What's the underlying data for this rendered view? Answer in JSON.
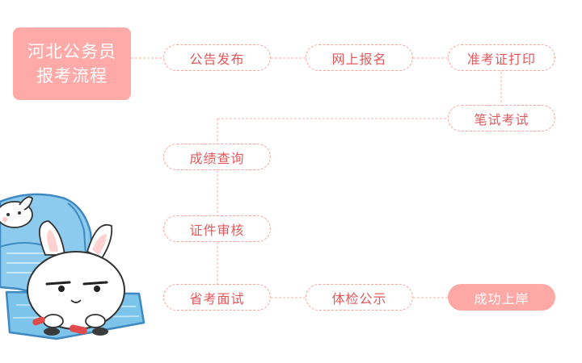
{
  "title": {
    "line1": "河北公务员",
    "line2": "报考流程"
  },
  "steps": {
    "s1": "公告发布",
    "s2": "网上报名",
    "s3": "准考证打印",
    "s4": "笔试考试",
    "s5": "成绩查询",
    "s6": "证件审核",
    "s7": "省考面试",
    "s8": "体检公示",
    "s9": "成功上岸"
  },
  "colors": {
    "accent": "#ffaaa8",
    "node_text": "#e0595c",
    "connector": "#f6a49c",
    "final_fill": "#ffa9a6"
  }
}
